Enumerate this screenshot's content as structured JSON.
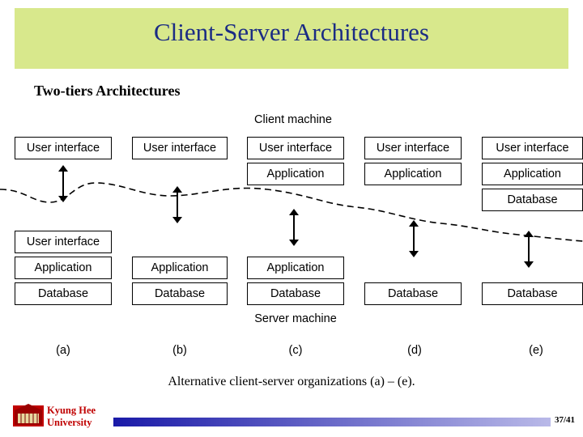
{
  "slide": {
    "title": "Client-Server Architectures",
    "subtitle": "Two-tiers Architectures",
    "caption": "Alternative client-server organizations (a) – (e).",
    "page_number": "37/41",
    "accent_banner_color": "#d8e88c",
    "title_color": "#1b2c84",
    "footer_bar_color": "#1a1aa8"
  },
  "diagram": {
    "top_label": "Client machine",
    "bottom_label": "Server machine",
    "columns": [
      {
        "caption": "(a)",
        "client_boxes": [
          "User interface"
        ],
        "server_boxes": [
          "User interface",
          "Application",
          "Database"
        ]
      },
      {
        "caption": "(b)",
        "client_boxes": [
          "User interface"
        ],
        "server_boxes": [
          "Application",
          "Database"
        ]
      },
      {
        "caption": "(c)",
        "client_boxes": [
          "User interface",
          "Application"
        ],
        "server_boxes": [
          "Application",
          "Database"
        ]
      },
      {
        "caption": "(d)",
        "client_boxes": [
          "User interface",
          "Application"
        ],
        "server_boxes": [
          "Database"
        ]
      },
      {
        "caption": "(e)",
        "client_boxes": [
          "User interface",
          "Application",
          "Database"
        ],
        "server_boxes": [
          "Database"
        ]
      }
    ]
  },
  "footer": {
    "university_line1": "Kyung Hee",
    "university_line2": "University"
  }
}
